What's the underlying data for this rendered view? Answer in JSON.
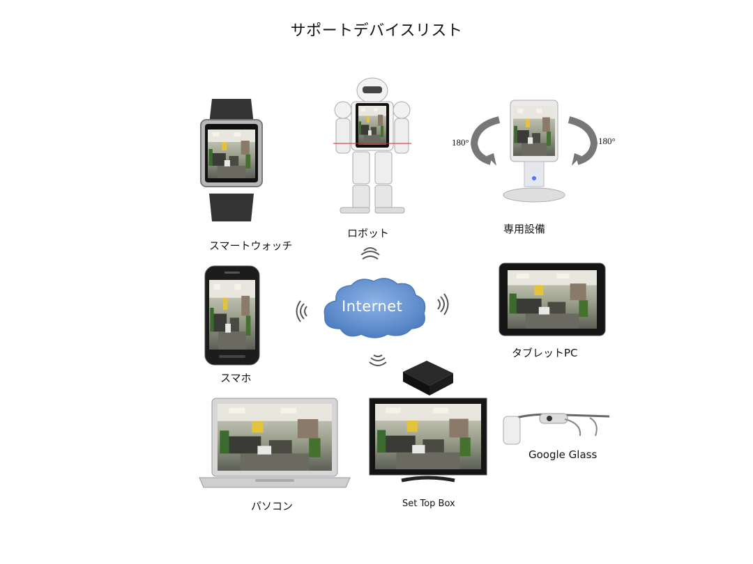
{
  "title": "サポートデバイスリスト",
  "center": {
    "label": "Internet"
  },
  "devices": [
    {
      "id": "smartwatch",
      "label": "スマートウォッチ"
    },
    {
      "id": "robot",
      "label": "ロボット"
    },
    {
      "id": "stand",
      "label": "専用設備",
      "rotation_left": "180°",
      "rotation_right": "180°"
    },
    {
      "id": "smartphone",
      "label": "スマホ"
    },
    {
      "id": "tablet",
      "label": "タブレットPC"
    },
    {
      "id": "laptop",
      "label": "パソコン"
    },
    {
      "id": "settopbox",
      "label": "Set Top Box"
    },
    {
      "id": "glass",
      "label": "Google Glass"
    }
  ],
  "colors": {
    "cloud": "#6a97d4",
    "cloud_edge": "#4a78b8",
    "device_dark": "#1a1a1a",
    "screen": "#7d8a70"
  }
}
